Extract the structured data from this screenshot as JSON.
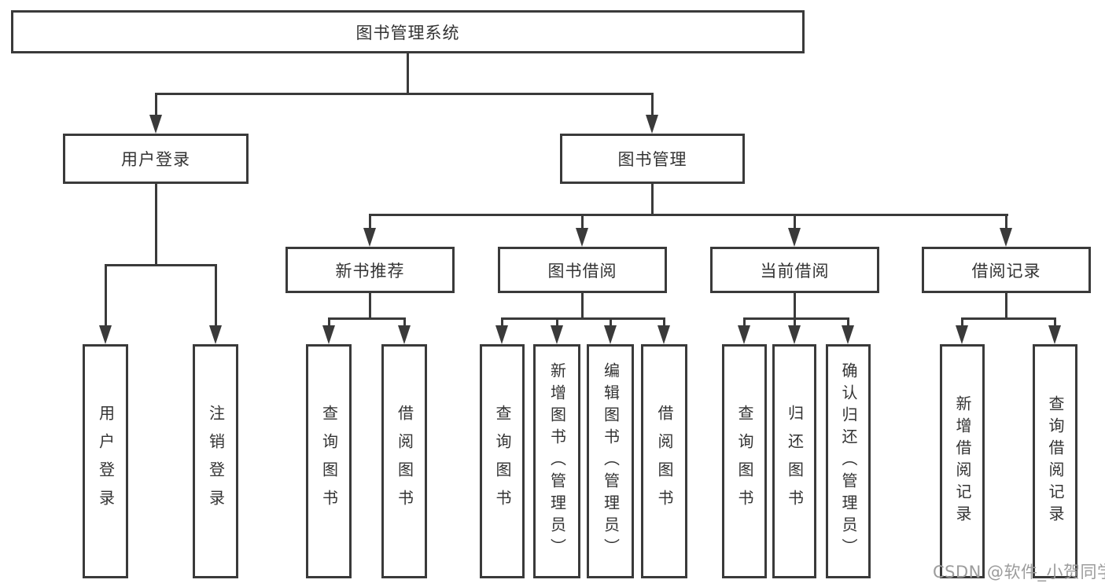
{
  "diagram": {
    "root": {
      "label": "图书管理系统"
    },
    "level2": [
      {
        "label": "用户登录",
        "children": [
          "用户登录",
          "注销登录"
        ]
      },
      {
        "label": "图书管理"
      }
    ],
    "level3": [
      {
        "label": "新书推荐",
        "children": [
          "查询图书",
          "借阅图书"
        ]
      },
      {
        "label": "图书借阅",
        "children": [
          "查询图书",
          "新增图书（管理员）",
          "编辑图书（管理员）",
          "借阅图书"
        ]
      },
      {
        "label": "当前借阅",
        "children": [
          "查询图书",
          "归还图书",
          "确认归还（管理员）"
        ]
      },
      {
        "label": "借阅记录",
        "children": [
          "新增借阅记录",
          "查询借阅记录"
        ]
      }
    ]
  },
  "watermark": {
    "text": "CSDN @软件_小贺同学"
  },
  "colors": {
    "line": "#3a3a3a",
    "text": "#333333",
    "watermark": "#9c9c9c",
    "background": "#ffffff"
  }
}
